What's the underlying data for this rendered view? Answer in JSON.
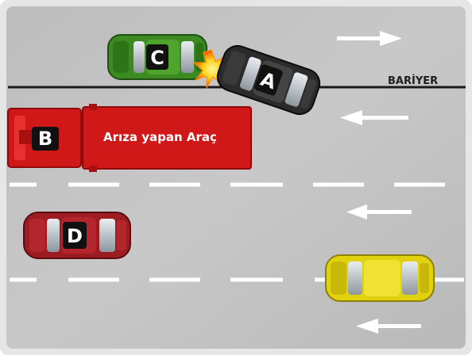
{
  "barrier_label": "BARİYER",
  "truck_label": "Arıza yapan Araç",
  "vehicles": {
    "a": {
      "letter": "A",
      "color": "#2b2b2b"
    },
    "b": {
      "letter": "B",
      "color": "#d01818"
    },
    "c": {
      "letter": "C",
      "color": "#3b8a22"
    },
    "d": {
      "letter": "D",
      "color": "#9c1c22"
    },
    "e": {
      "letter": "",
      "color": "#e1d20f"
    }
  },
  "colors": {
    "road": "#c3c3c3",
    "frame": "#e6e6e6",
    "barrier": "#1a1a1a",
    "lane_marking": "#ffffff"
  },
  "icons": [
    "arrow-right-icon",
    "arrow-left-icon",
    "collision-icon"
  ]
}
